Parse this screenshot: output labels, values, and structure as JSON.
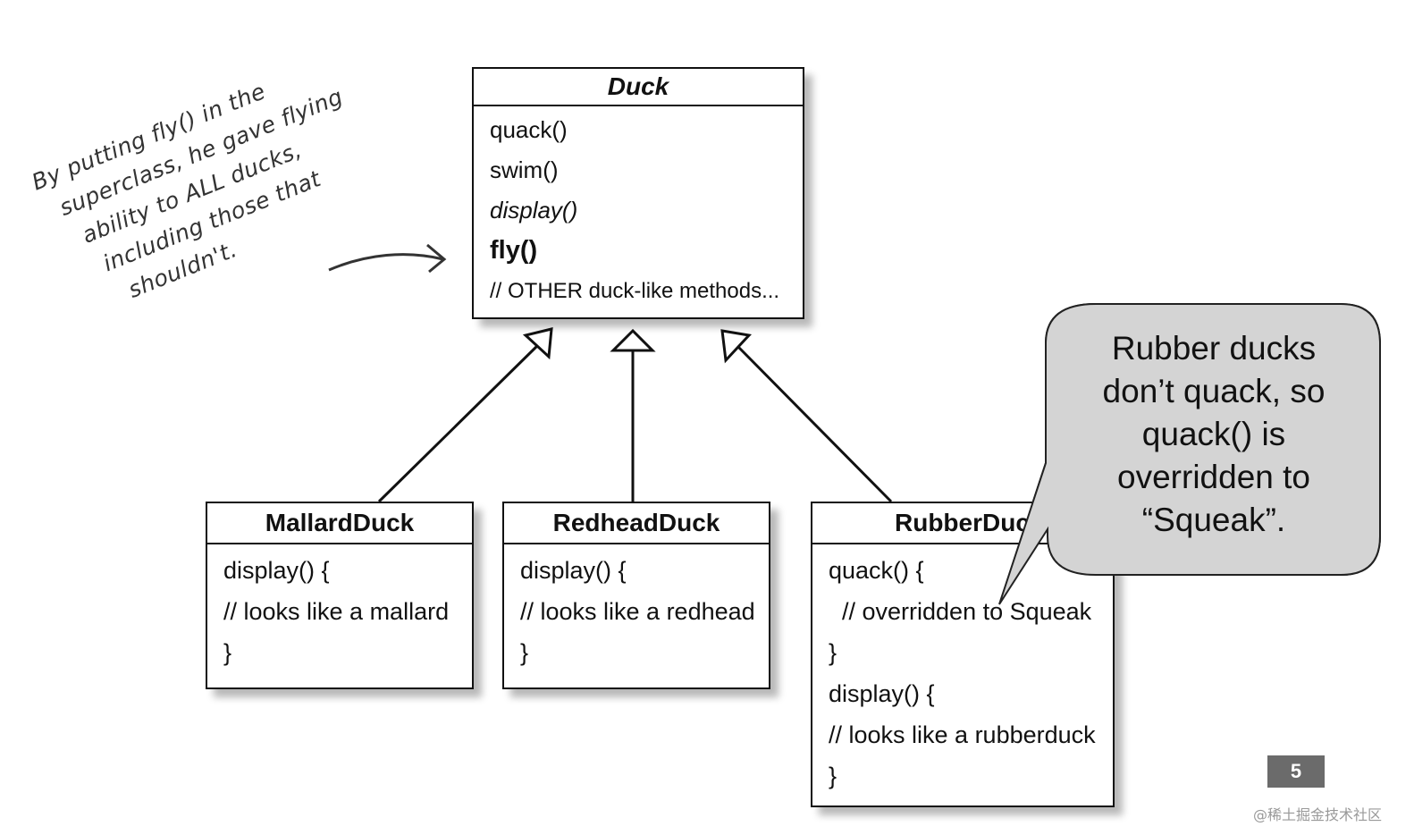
{
  "superclass": {
    "name": "Duck",
    "methods": [
      "quack()",
      "swim()",
      "display()",
      "fly()",
      "// OTHER duck-like methods..."
    ]
  },
  "subclasses": [
    {
      "name": "MallardDuck",
      "lines": [
        "display() {",
        "// looks like a mallard",
        "}"
      ]
    },
    {
      "name": "RedheadDuck",
      "lines": [
        "display() {",
        "// looks like a redhead",
        "}"
      ]
    },
    {
      "name": "RubberDuck",
      "lines": [
        "quack() {",
        "  // overridden to Squeak",
        "}",
        "display() {",
        "// looks like a rubberduck",
        "}"
      ]
    }
  ],
  "handwritten_note": [
    "By putting fly() in the",
    "superclass, he gave flying",
    "ability to ALL ducks,",
    "including those that",
    "shouldn't."
  ],
  "callout": [
    "Rubber ducks",
    "don’t quack, so",
    "quack() is",
    "overridden to",
    "“Squeak”."
  ],
  "page_number": "5",
  "watermark": "@稀土掘金技术社区",
  "colors": {
    "bubble_fill": "#d4d4d4",
    "page_badge": "#6b6b6b"
  }
}
